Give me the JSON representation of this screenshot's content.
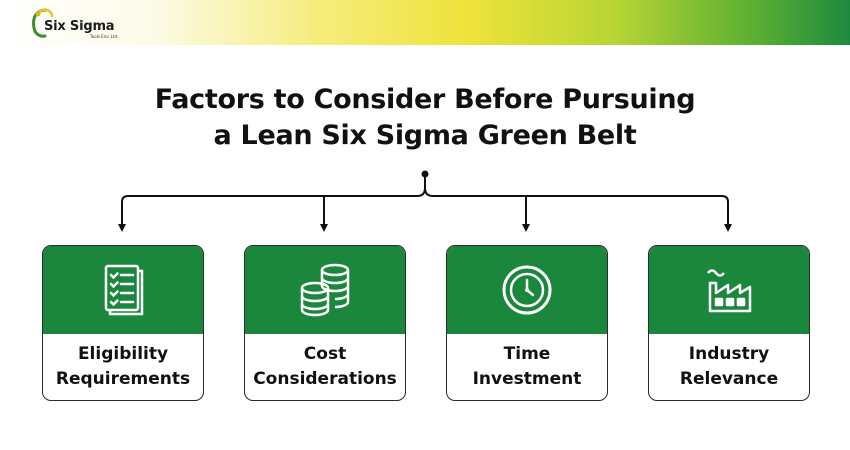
{
  "brand": {
    "name": "Six Sigma",
    "tagline": "Tools Env. Ltd."
  },
  "title": {
    "line1": "Factors to Consider Before Pursuing",
    "line2": "a Lean Six Sigma Green Belt"
  },
  "colors": {
    "card_green": "#1a873c",
    "connector": "#111111"
  },
  "factors": [
    {
      "icon": "checklist-icon",
      "line1": "Eligibility",
      "line2": "Requirements"
    },
    {
      "icon": "coins-icon",
      "line1": "Cost",
      "line2": "Considerations"
    },
    {
      "icon": "clock-icon",
      "line1": "Time",
      "line2": "Investment"
    },
    {
      "icon": "factory-icon",
      "line1": "Industry",
      "line2": "Relevance"
    }
  ]
}
